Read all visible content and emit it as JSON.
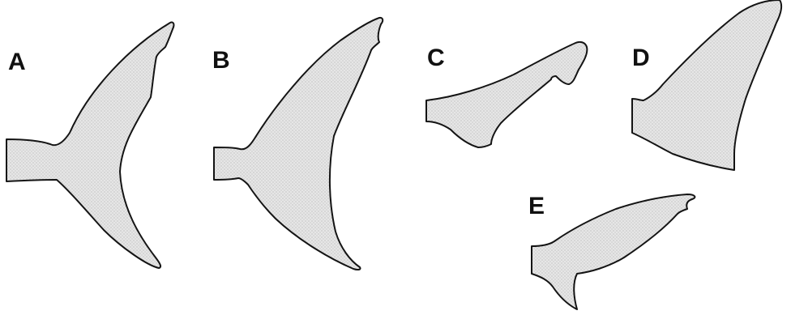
{
  "figure": {
    "panels": [
      {
        "id": "A",
        "label": "A"
      },
      {
        "id": "B",
        "label": "B"
      },
      {
        "id": "C",
        "label": "C"
      },
      {
        "id": "D",
        "label": "D"
      },
      {
        "id": "E",
        "label": "E"
      }
    ],
    "colors": {
      "fill": "#e6e6e6",
      "stipple": "#9a9a9a",
      "outline": "#141414",
      "background": "#ffffff"
    }
  }
}
